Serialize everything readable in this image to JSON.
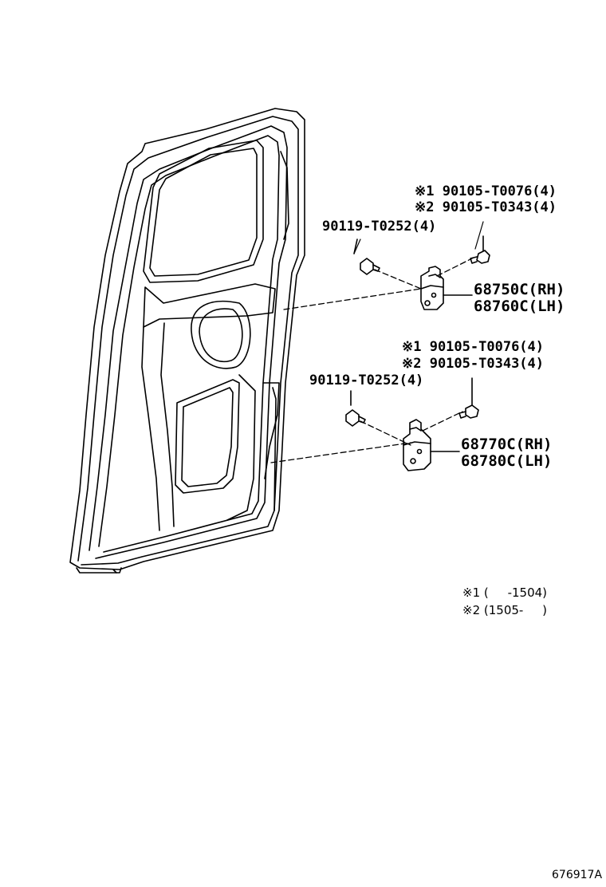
{
  "callouts": {
    "upper": {
      "bolt_s1": "※1 90105-T0076(4)",
      "bolt_s2": "※2 90105-T0343(4)",
      "bolt_left": "90119-T0252(4)",
      "hinge_rh": "68750C(RH)",
      "hinge_lh": "68760C(LH)"
    },
    "lower": {
      "bolt_s1": "※1 90105-T0076(4)",
      "bolt_s2": "※2 90105-T0343(4)",
      "bolt_left": "90119-T0252(4)",
      "hinge_rh": "68770C(RH)",
      "hinge_lh": "68780C(LH)"
    }
  },
  "notes": {
    "n1": "※1 (     -1504)",
    "n2": "※2 (1505-     )"
  },
  "diagram_id": "676917A"
}
